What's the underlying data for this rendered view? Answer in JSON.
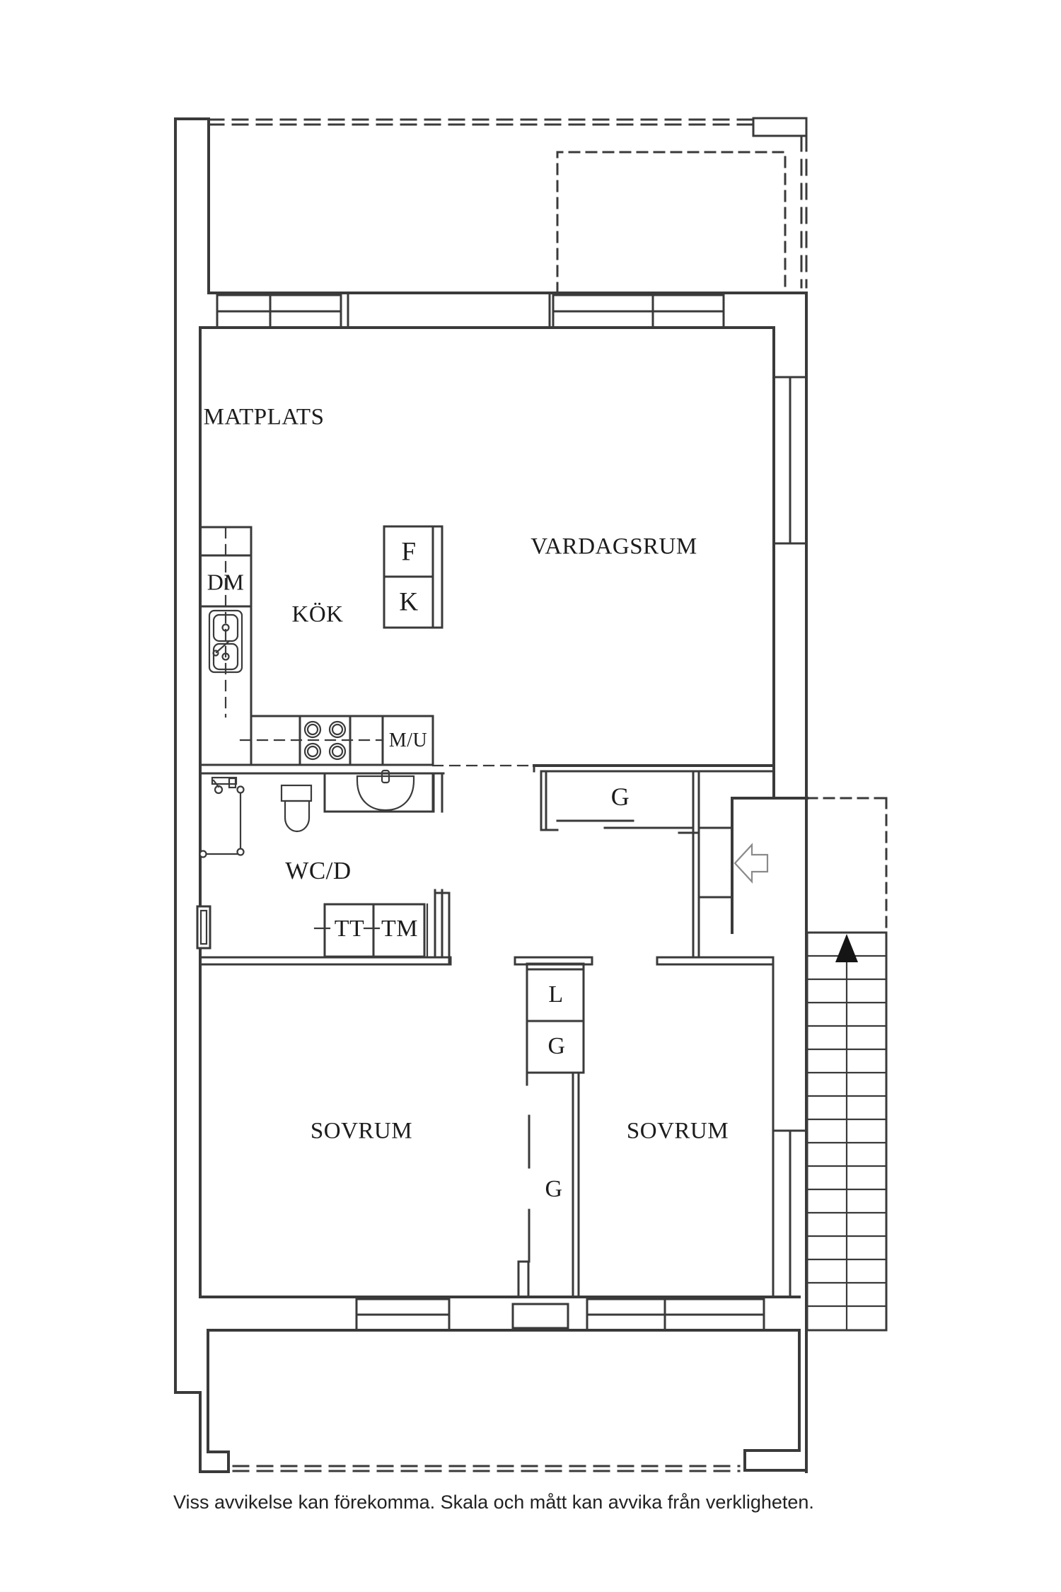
{
  "document": {
    "type": "apartment-floor-plan",
    "language": "sv"
  },
  "labels": {
    "matplats": "MATPLATS",
    "vardagsrum": "VARDAGSRUM",
    "kok": "KÖK",
    "dm": "DM",
    "f": "F",
    "k": "K",
    "mu": "M/U",
    "wcd": "WC/D",
    "tt": "TT",
    "tm": "TM",
    "g_hall": "G",
    "l_closet": "L",
    "g_closet": "G",
    "g_wardrobe": "G",
    "sovrum_left": "SOVRUM",
    "sovrum_right": "SOVRUM"
  },
  "disclaimer": "Viss avvikelse kan förekomma. Skala och mått kan avvika från verkligheten.",
  "stairs": {
    "step_count": 17,
    "direction": "up"
  },
  "icons": {
    "entrance": "arrow-left-outline-icon",
    "stair_direction": "arrow-up-filled-icon"
  },
  "colors": {
    "line": "#3a3a3a",
    "text": "#1c1c1c",
    "background": "#ffffff",
    "stair_arrow": "#151515"
  }
}
